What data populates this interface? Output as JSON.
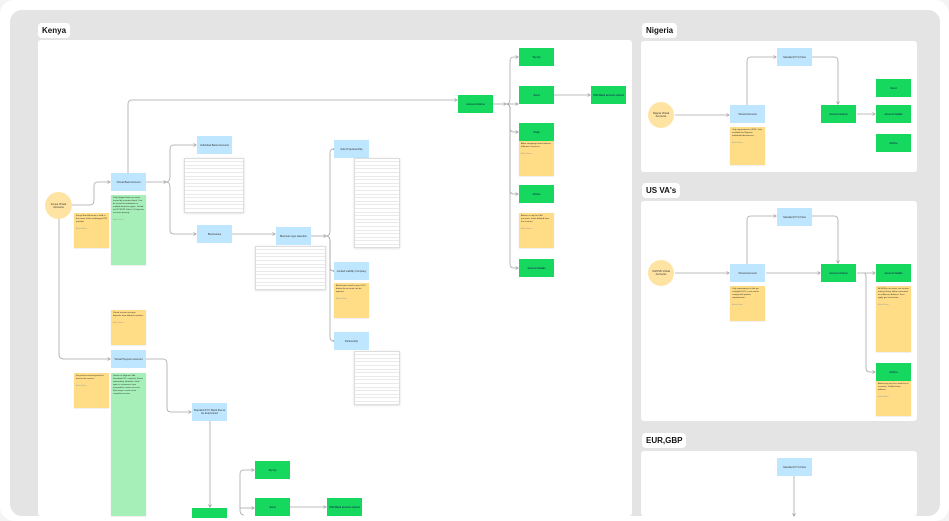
{
  "sections": {
    "kenya": "Kenya",
    "nigeria": "Nigeria",
    "usva": "US VA's",
    "eurgbp": "EUR,GBP"
  },
  "kenya": {
    "start": "Kenya Virtual Accounts",
    "start_note": "Kenya Bank Account is held in the name of the underlying KYB provider.",
    "virtual_bank": "Virtual Bank Account",
    "virtual_bank_note": "Fully fledged bank accounts issued by a partner bank. Can be issued to individuals or multiple business types. Linked to KYC/KYB. Takes 1-3 days for account opening.",
    "individual": "Individual Bank Accounts",
    "businesses": "Businesses",
    "business_type": "Business type selection",
    "sole": "Sole Proprietorship",
    "llc": "Limited Liability Company",
    "llc_note": "All directors need to pass KYC before the account can be opened.",
    "partnership": "Partnership",
    "account_actions": "Account Actions",
    "top_up": "Top Up",
    "send": "Send",
    "usd_options": "USD Bank account options",
    "swap": "Swap",
    "swap_note": "Allow swapping funds between different currencies.",
    "airtime": "Airtime",
    "airtime_note": "Airtime is only for KES accounts, funds debited from the account.",
    "account_details": "Account Details",
    "vpa_note": "Virtual account accepts deposits from different senders.",
    "vpa": "Virtual Payment Account",
    "vpa_side_note": "No paid account beyond first level in the service.",
    "vpa_green_note": "Similar to Nigerian VAs. Standard KYC required. Faster onboarding. Benefits of this: open to customers from everywhere, easier to issue. Next steps: reach out to compliance team.",
    "standard_kyc": "Standard KYC Bank flow to be determined",
    "top_up_2": "Top Up",
    "send_2": "Send",
    "usd_options_2": "USD Bank account options",
    "author": "Author Name"
  },
  "nigeria": {
    "start": "Nigeria Virtual Accounts",
    "virtual": "Virtual Accounts",
    "note": "Only requirement is BVN. Only available for Nigerian individuals/businesses.",
    "kyc": "Standard KYC Flow",
    "actions": "Account Actions",
    "send": "Send",
    "details": "Account Details",
    "airtime": "Airtime"
  },
  "usva": {
    "start": "US/USD Virtual Accounts",
    "virtual": "Virtual Accounts",
    "note": "Only requirement is that we complete KYC in our end to comply with partner requirements.",
    "kyc": "Standard KYC Flow",
    "actions": "Account Actions",
    "details": "Account Details",
    "details_note": "ACH/Wire accounts can receive money. Every inflow converted to stablecoin balance. Fees apply per transaction.",
    "airtime": "Airtime",
    "airtime_note": "Airtime top ups for a wide list of countries. Debited from balance."
  },
  "eurgbp": {
    "kyc": "Standard KYC Flow"
  }
}
